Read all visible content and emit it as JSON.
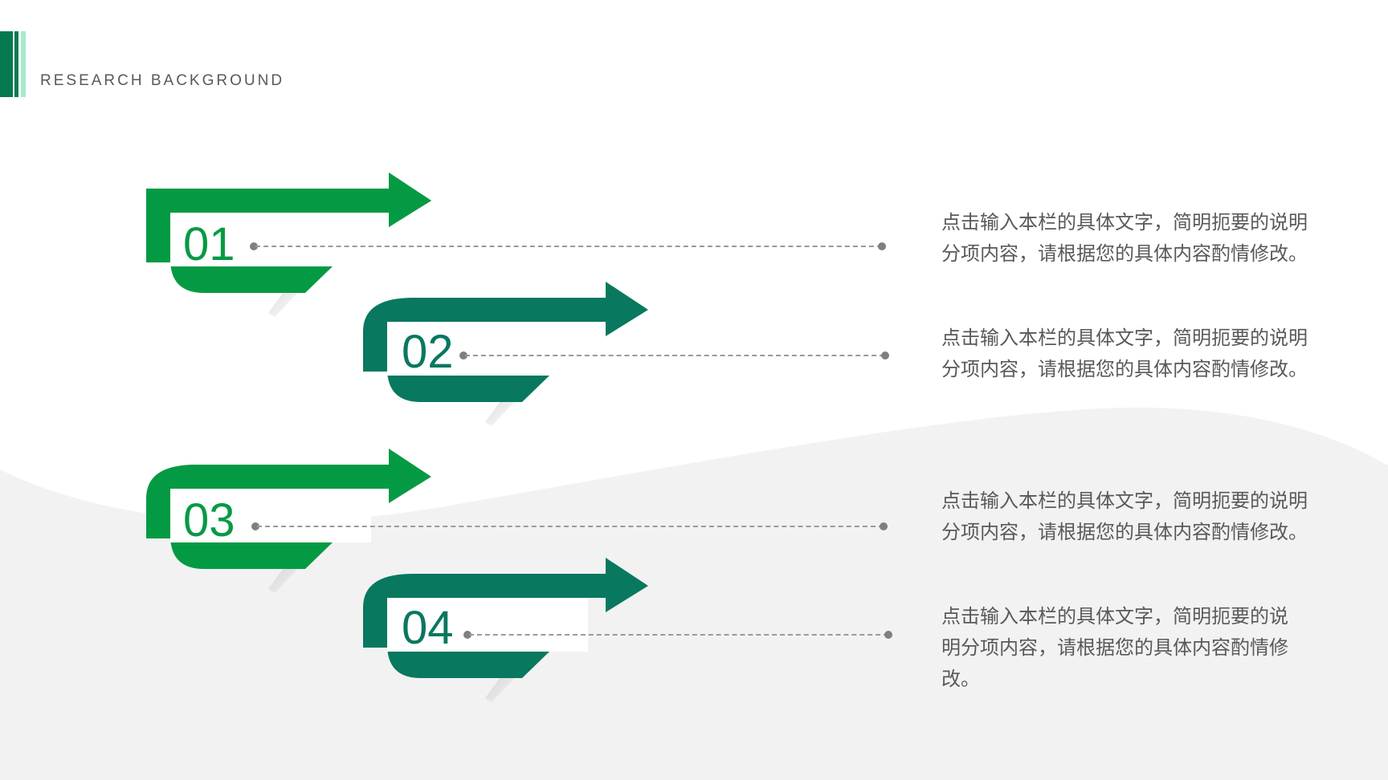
{
  "header": {
    "title": "RESEARCH BACKGROUND"
  },
  "colors": {
    "bright_green": "#049a44",
    "teal_green": "#08785f",
    "wave_gray": "#f2f2f2",
    "accent_mint": "#a6ebcc"
  },
  "steps": [
    {
      "number": "01",
      "text": "点击输入本栏的具体文字，简明扼要的说明分项内容，请根据您的具体内容酌情修改。"
    },
    {
      "number": "02",
      "text": "点击输入本栏的具体文字，简明扼要的说明分项内容，请根据您的具体内容酌情修改。"
    },
    {
      "number": "03",
      "text": "点击输入本栏的具体文字，简明扼要的说明分项内容，请根据您的具体内容酌情修改。"
    },
    {
      "number": "04",
      "text": "点击输入本栏的具体文字，简明扼要的说明分项内容，请根据您的具体内容酌情修改。"
    }
  ]
}
